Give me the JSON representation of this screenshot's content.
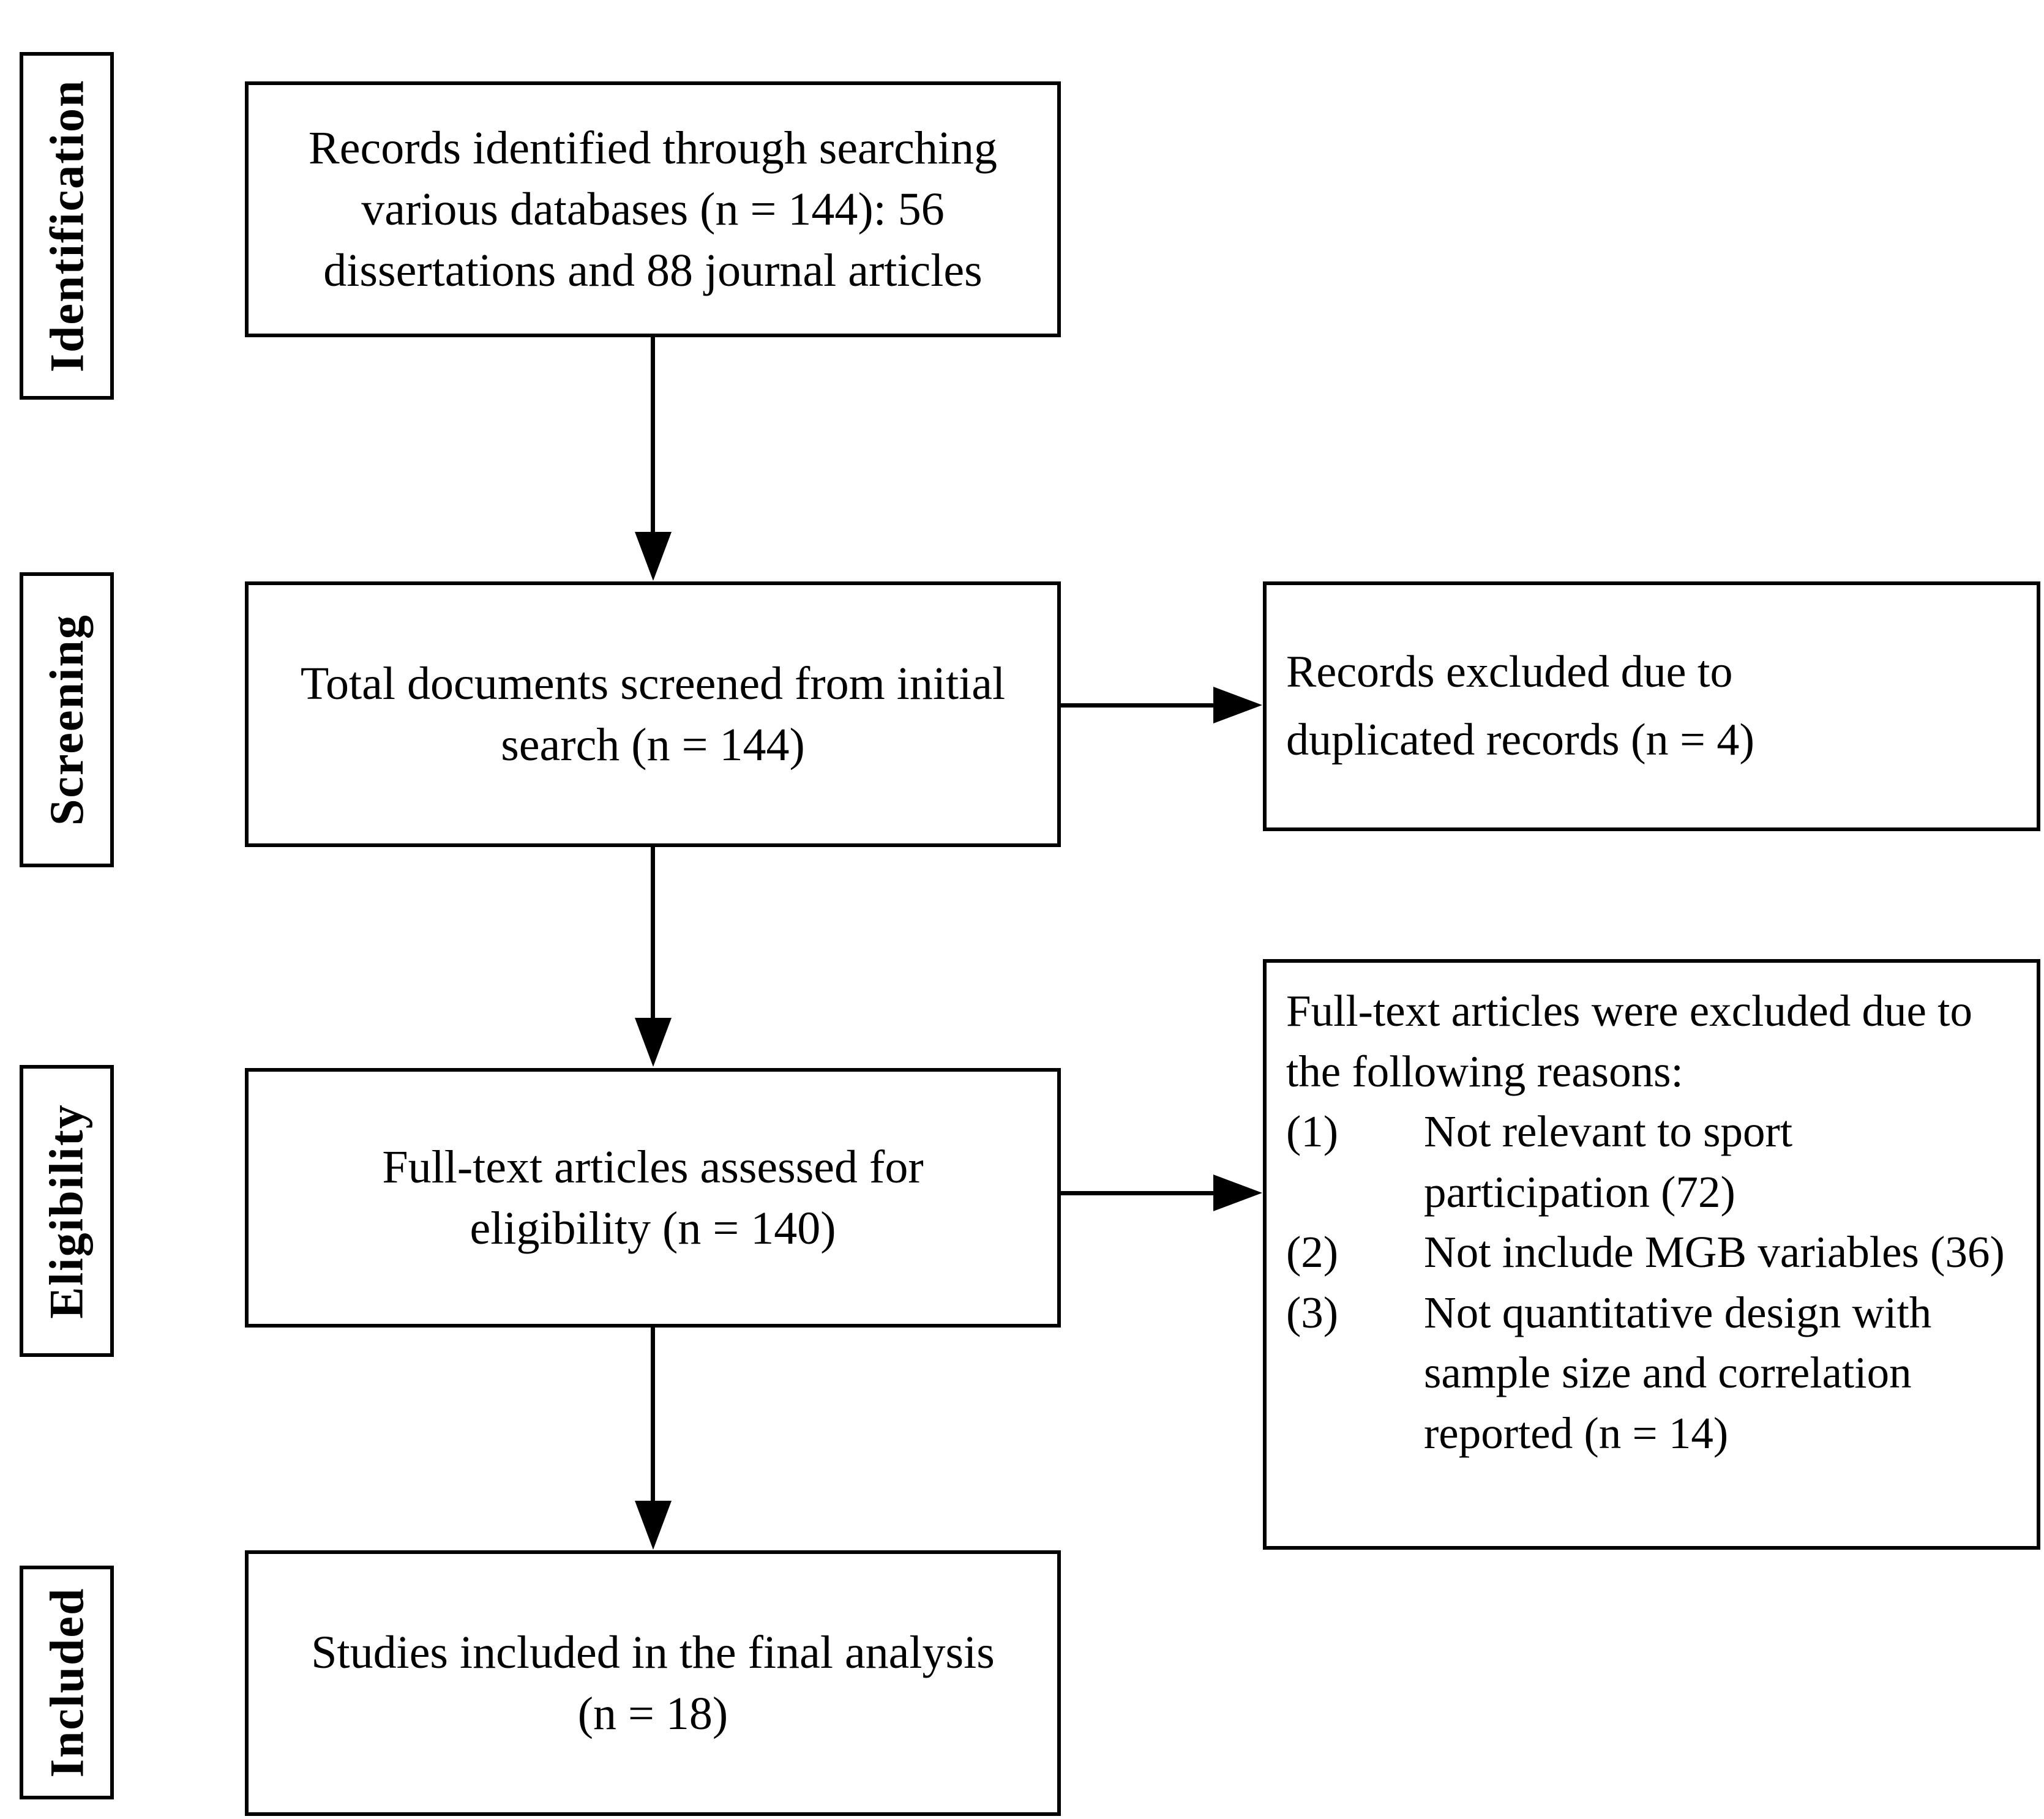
{
  "diagram": {
    "stages": [
      {
        "label": "Identification"
      },
      {
        "label": "Screening"
      },
      {
        "label": "Eligibility"
      },
      {
        "label": "Included"
      }
    ],
    "boxes": {
      "identified": "Records identified through searching various databases (n = 144): 56 dissertations and 88 journal articles",
      "screened": "Total documents screened from initial search (n = 144)",
      "eligibility": "Full-text articles assessed for eligibility (n = 140)",
      "included_line1": "Studies included in the final analysis",
      "included_line2": "(n = 18)",
      "excluded_duplicates": "Records excluded due to duplicated records (n = 4)",
      "excluded_fulltext": {
        "intro": "Full-text articles were excluded due to the following reasons:",
        "items": [
          {
            "num": "(1)",
            "text": "Not relevant to sport participation (72)"
          },
          {
            "num": "(2)",
            "text": "Not include MGB variables (36)"
          },
          {
            "num": "(3)",
            "text": "Not quantitative design with sample size and correlation reported (n = 14)"
          }
        ]
      }
    }
  }
}
